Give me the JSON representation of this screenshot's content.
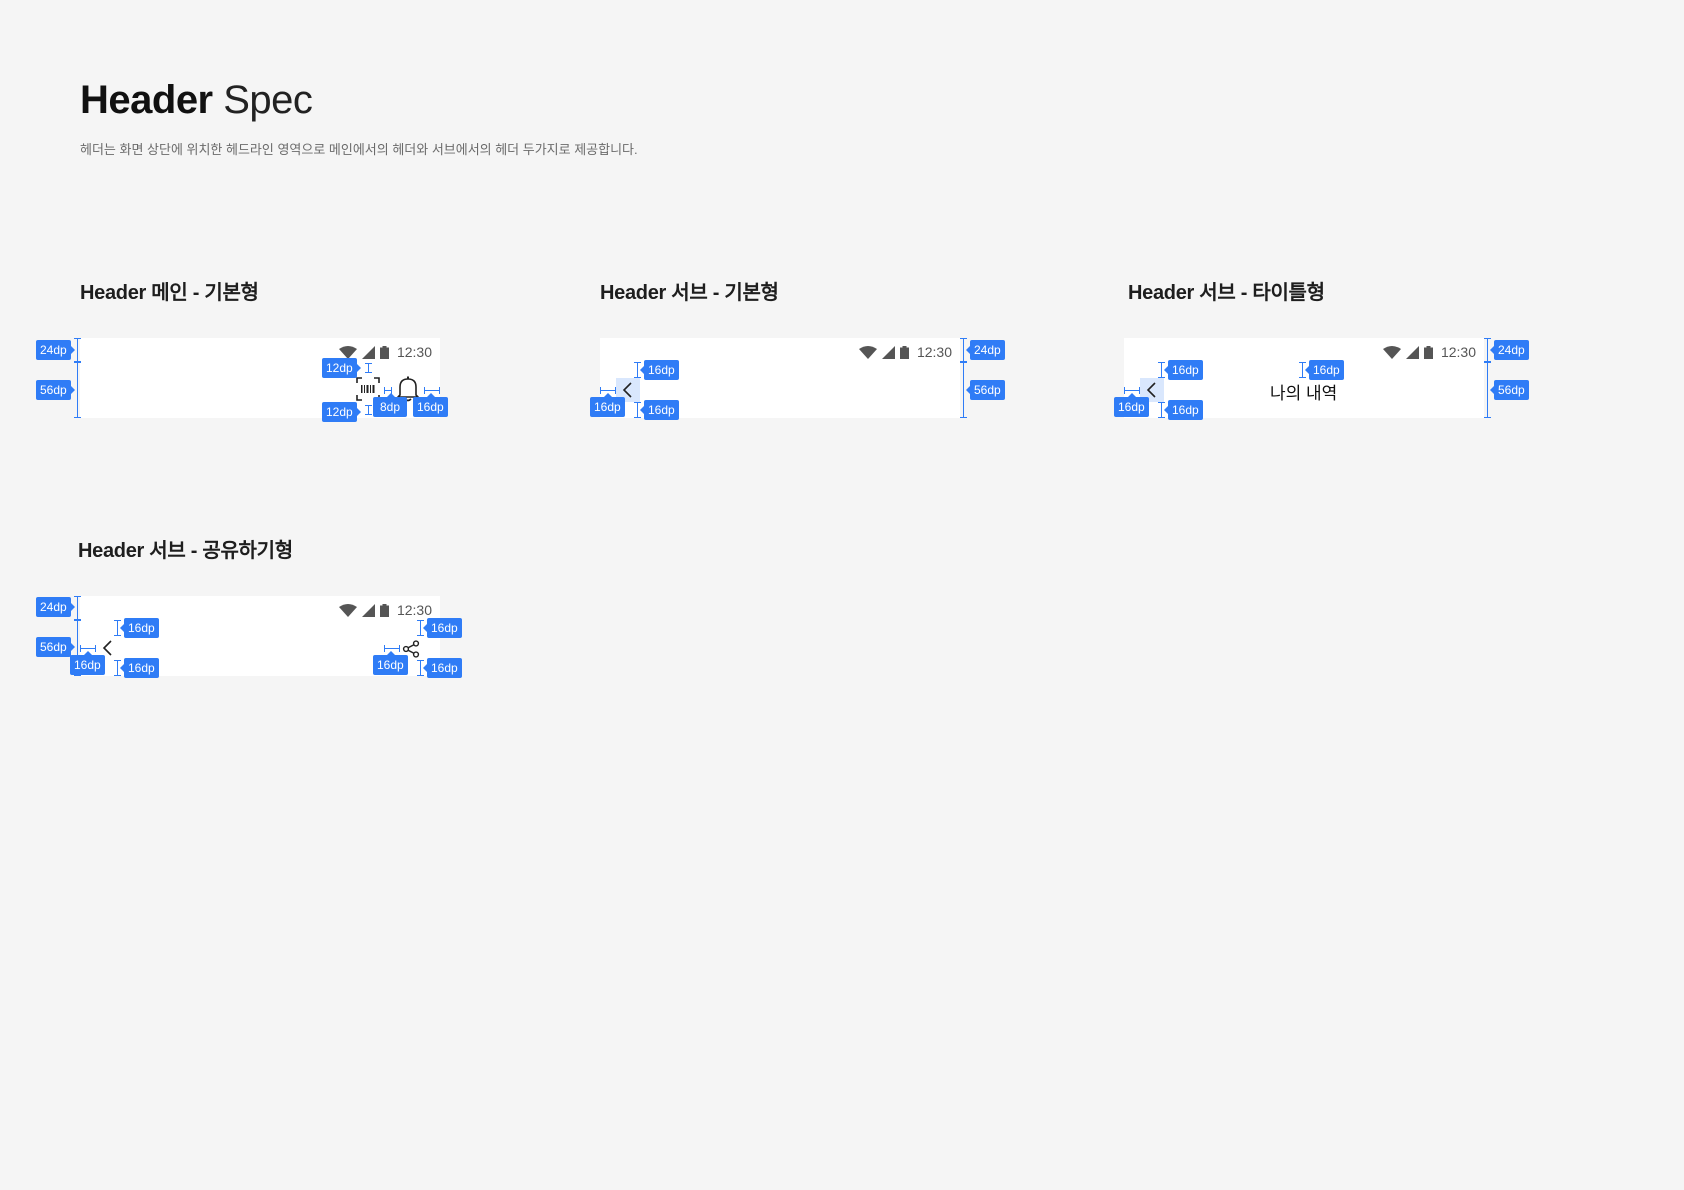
{
  "page": {
    "title_bold": "Header",
    "title_light": " Spec",
    "description": "헤더는 화면 상단에 위치한 헤드라인 영역으로 메인에서의 헤더와 서브에서의 헤더 두가지로 제공합니다."
  },
  "status_bar": {
    "time": "12:30"
  },
  "sections": {
    "main_basic": {
      "title": "Header 메인 - 기본형"
    },
    "sub_basic": {
      "title": "Header 서브 - 기본형"
    },
    "sub_title": {
      "title": "Header 서브 - 타이틀형",
      "header_title": "나의 내역"
    },
    "sub_share": {
      "title": "Header 서브 - 공유하기형"
    }
  },
  "specs": {
    "status_height": "24dp",
    "header_height": "56dp",
    "d12": "12dp",
    "d8": "8dp",
    "d16": "16dp"
  },
  "icons": {
    "barcode": "barcode-scan-icon",
    "bell": "bell-icon",
    "back": "chevron-left-icon",
    "share": "share-icon",
    "wifi": "wifi-icon",
    "signal": "signal-icon",
    "battery": "battery-icon"
  },
  "colors": {
    "spec_blue": "#2f7cf6",
    "background": "#f5f5f5",
    "header_bg": "#ffffff"
  }
}
